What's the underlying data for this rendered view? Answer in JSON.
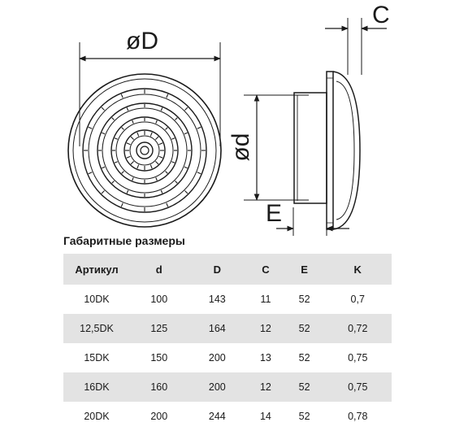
{
  "drawing": {
    "label_D": "øD",
    "label_d": "ød",
    "label_C": "C",
    "label_E": "E"
  },
  "table": {
    "title": "Габаритные размеры",
    "headers": [
      "Артикул",
      "d",
      "D",
      "C",
      "E",
      "K"
    ],
    "rows": [
      [
        "10DK",
        "100",
        "143",
        "11",
        "52",
        "0,7"
      ],
      [
        "12,5DK",
        "125",
        "164",
        "12",
        "52",
        "0,72"
      ],
      [
        "15DK",
        "150",
        "200",
        "13",
        "52",
        "0,75"
      ],
      [
        "16DK",
        "160",
        "200",
        "12",
        "52",
        "0,75"
      ],
      [
        "20DK",
        "200",
        "244",
        "14",
        "52",
        "0,78"
      ]
    ]
  }
}
